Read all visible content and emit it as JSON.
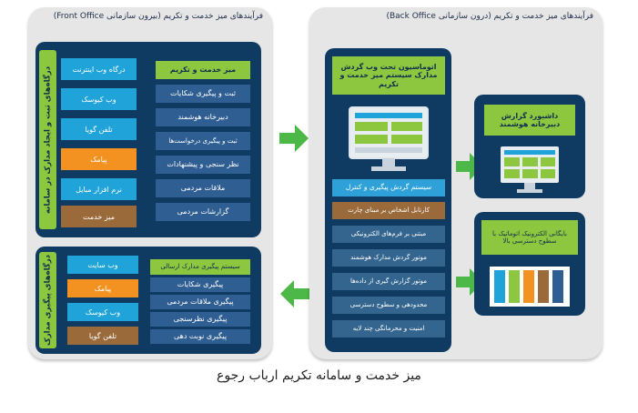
{
  "caption": "میز خدمت و سامانه تکریم ارباب رجوع",
  "front_office": {
    "title": "فرآیندهای میز خدمت و تکریم (بیرون سازمانی Front Office)",
    "top_vertical_label": "درگاه‌های ثبت و ایجاد مدارک در سامانه",
    "top_channels": [
      "درگاه وب اینترنت",
      "وب کیوسک",
      "تلفن گویا",
      "پیامک",
      "نرم افزار مبایل",
      "میز خدمت"
    ],
    "top_processes": [
      "میز خدمت و تکریم",
      "ثبت و پیگیری شکایات",
      "دبیرخانه هوشمند",
      "ثبت و پیگیری درخواست‌ها",
      "نظر سنجی و پیشنهادات",
      "ملاقات مردمی",
      "گزارشات مردمی"
    ],
    "bottom_vertical_label": "درگاه‌های پیگیری مدارک",
    "bottom_channels": [
      "وب سایت",
      "پیامک",
      "وب کیوسک",
      "تلفن گویا"
    ],
    "bottom_processes": [
      "سیستم پیگیری مدارک ارسالی",
      "پیگیری شکایات",
      "پیگیری ملاقات مردمی",
      "پیگیری نظرسنجی",
      "پیگیری نوبت دهی"
    ]
  },
  "back_office": {
    "title": "فرآیندهای میز خدمت و تکریم (درون سازمانی Back Office)",
    "automation_title": "اتوماسیون تحت وب گردش مدارک سیستم میز خدمت و تکریم",
    "modules": [
      "سیستم گردش پیگیری و کنترل",
      "کارتابل اشخاص بر مبنای چارت",
      "مبتنی بر فرم‌های الکترونیکی",
      "موتور گردش مدارک هوشمند",
      "موتور گزارش گیری از داده‌ها",
      "محدودهی و سطوح دسترسی",
      "امنیت و محرمانگی چند لایه"
    ],
    "dashboard_title": "داشبورد گزارش دبیرخانه هوشمند",
    "archive_title": "بایگانی الکترونیک اتوماتیک با سطوح دسترسی بالا"
  },
  "colors": {
    "panel": "#e6e6e6",
    "navy": "#0f3b63",
    "green": "#8dc63f",
    "cyan_channel": "#1fa3d9",
    "orange_channel": "#f39221",
    "brown_channel": "#9a6a3a",
    "arrow": "#4cb848"
  },
  "icons": [
    "monitor-icon",
    "binders-icon",
    "arrow-right-icon",
    "arrow-left-icon"
  ]
}
